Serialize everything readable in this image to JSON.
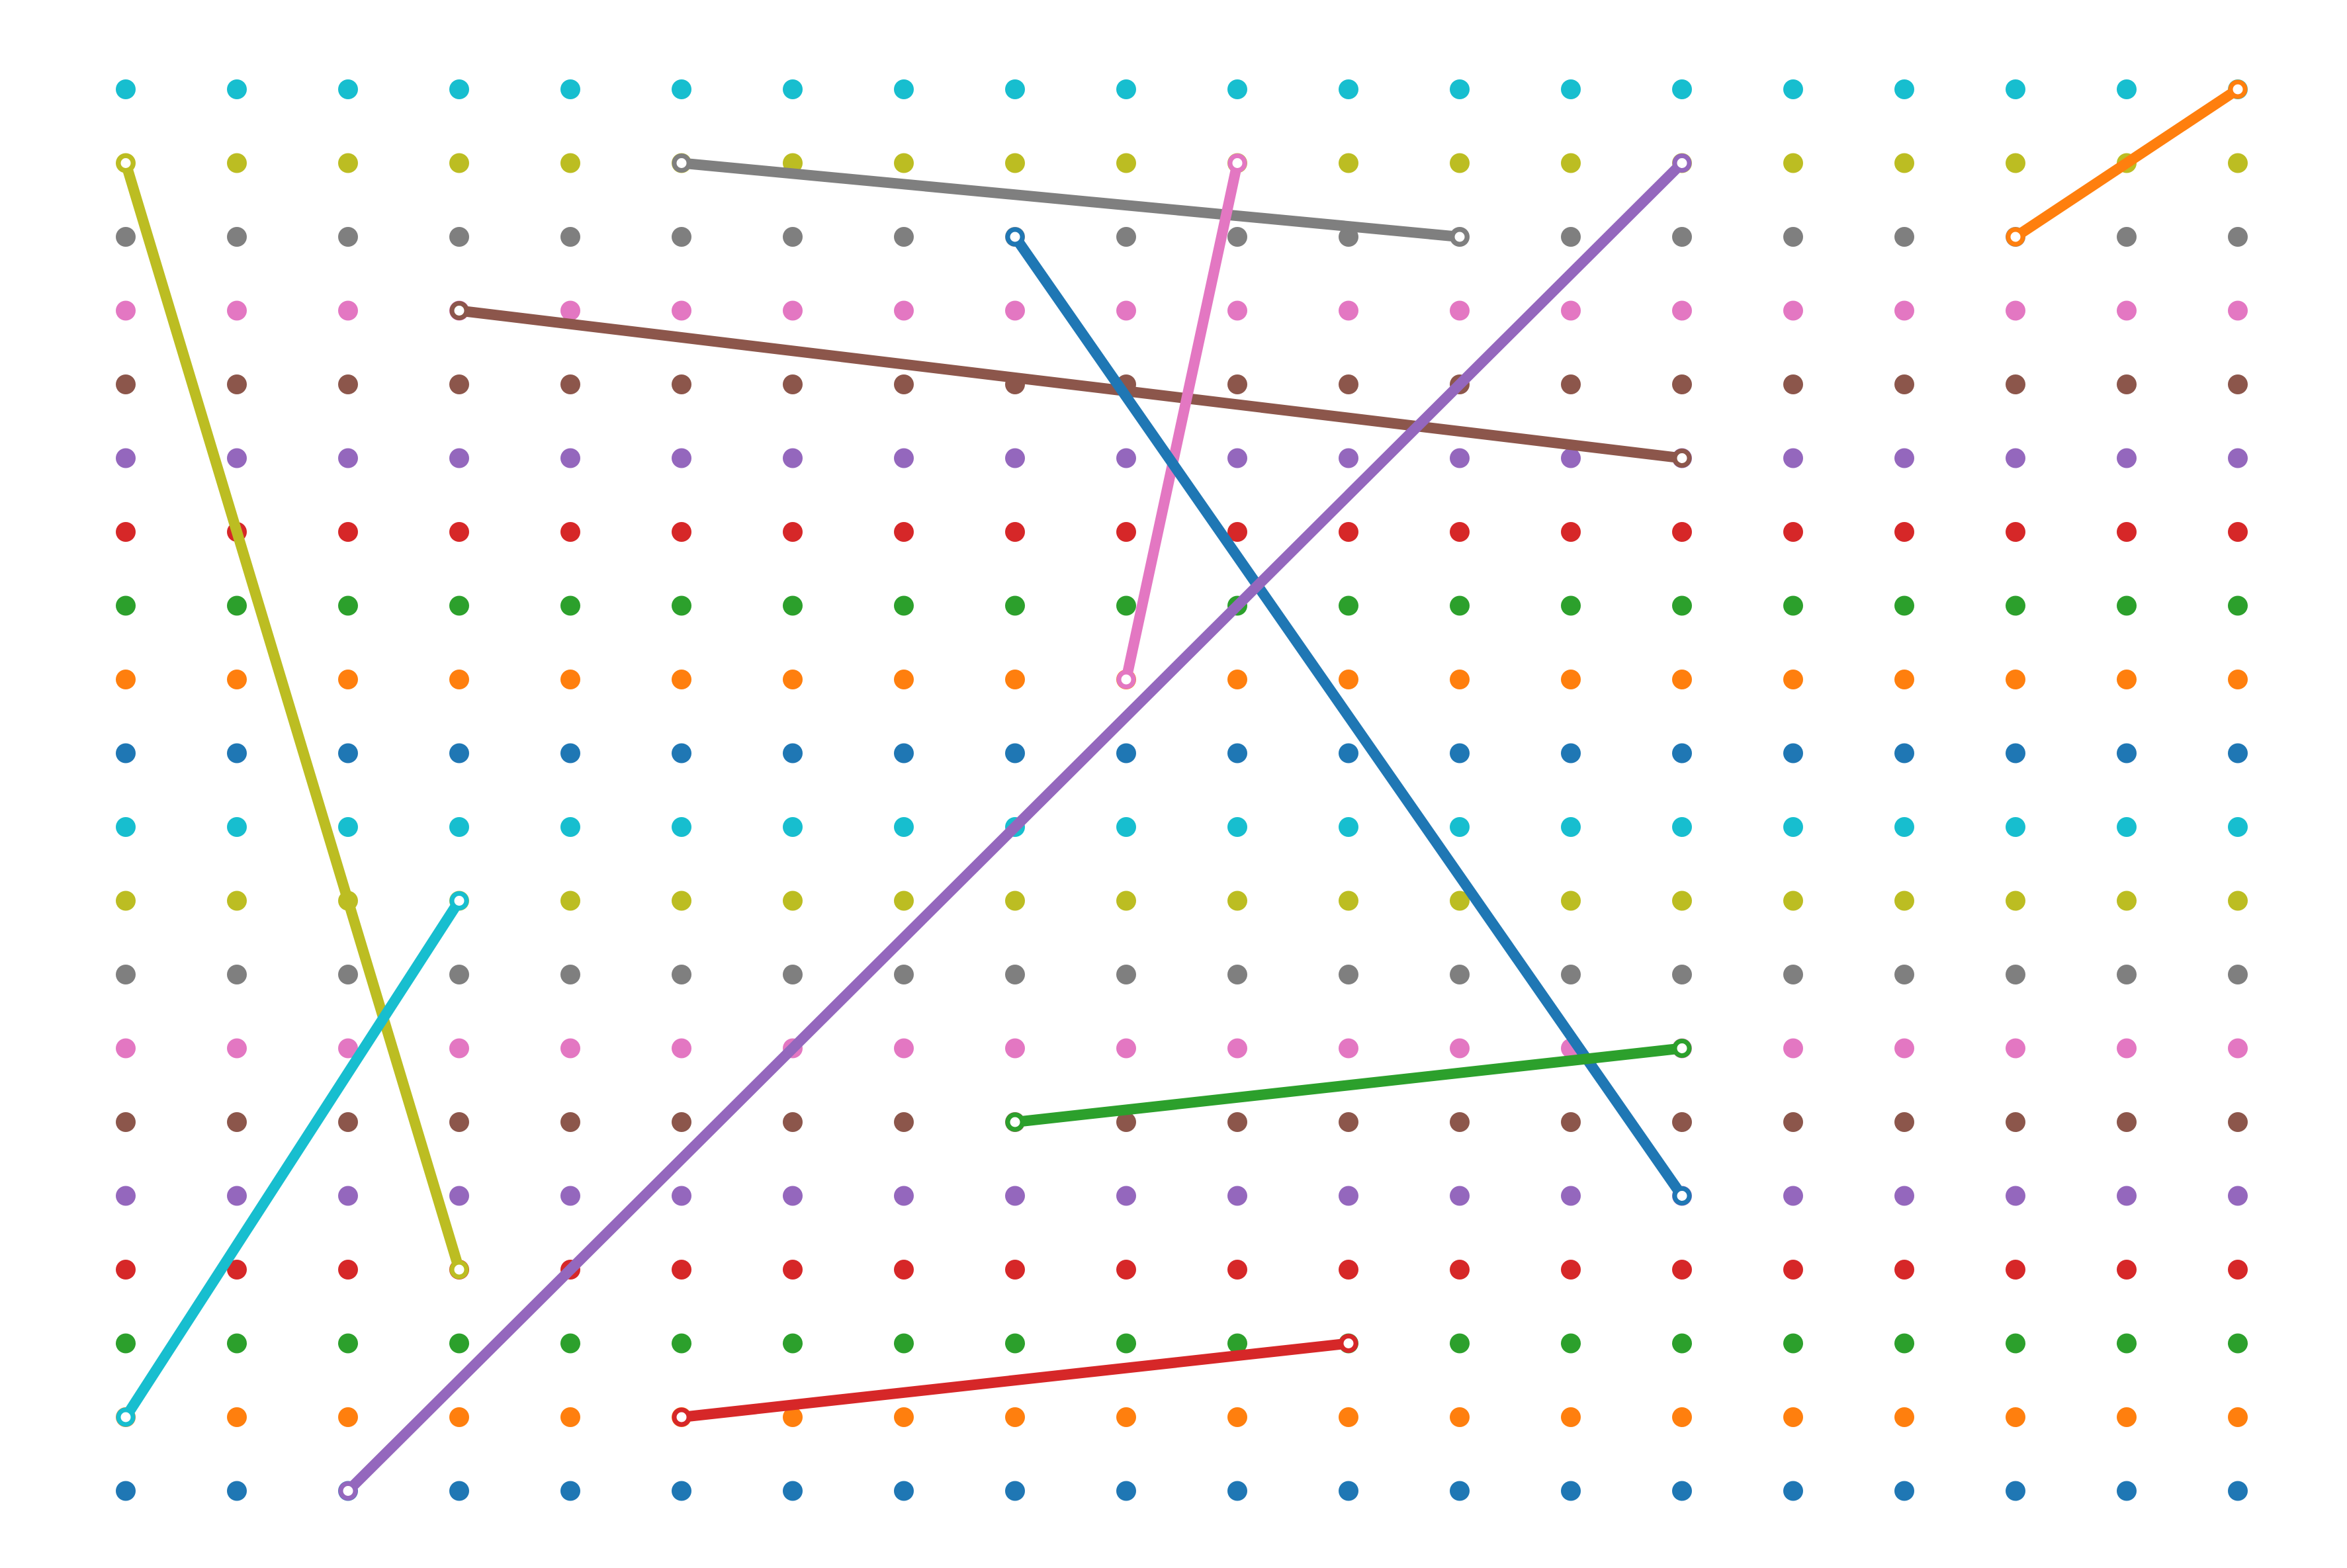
{
  "grid": {
    "columns": 20,
    "rows": 20,
    "row_colors": [
      "#17becf",
      "#bcbd22",
      "#7f7f7f",
      "#e377c2",
      "#8c564b",
      "#9467bd",
      "#d62728",
      "#2ca02c",
      "#ff7f0e",
      "#1f77b4",
      "#17becf",
      "#bcbd22",
      "#7f7f7f",
      "#e377c2",
      "#8c564b",
      "#9467bd",
      "#d62728",
      "#2ca02c",
      "#ff7f0e",
      "#1f77b4"
    ]
  },
  "segments": [
    {
      "color": "#bcbd22",
      "from": [
        0,
        1
      ],
      "to": [
        3,
        16
      ]
    },
    {
      "color": "#17becf",
      "from": [
        0,
        18
      ],
      "to": [
        3,
        11
      ]
    },
    {
      "color": "#7f7f7f",
      "from": [
        5,
        1
      ],
      "to": [
        12,
        2
      ]
    },
    {
      "color": "#8c564b",
      "from": [
        3,
        3
      ],
      "to": [
        14,
        5
      ]
    },
    {
      "color": "#e377c2",
      "from": [
        10,
        1
      ],
      "to": [
        9,
        8
      ]
    },
    {
      "color": "#1f77b4",
      "from": [
        8,
        2
      ],
      "to": [
        14,
        15
      ]
    },
    {
      "color": "#9467bd",
      "from": [
        2,
        19
      ],
      "to": [
        14,
        1
      ]
    },
    {
      "color": "#2ca02c",
      "from": [
        8,
        14
      ],
      "to": [
        14,
        13
      ]
    },
    {
      "color": "#d62728",
      "from": [
        5,
        18
      ],
      "to": [
        11,
        17
      ]
    },
    {
      "color": "#ff7f0e",
      "from": [
        17,
        2
      ],
      "to": [
        19,
        0
      ]
    }
  ]
}
